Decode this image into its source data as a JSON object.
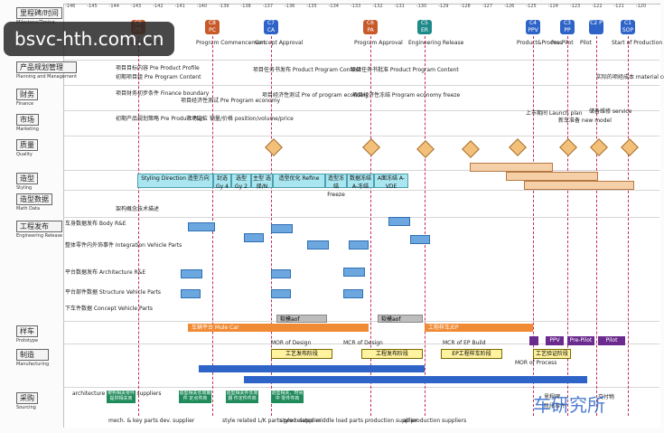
{
  "watermark": "bsvc-hth.com.cn",
  "stamp": "车研究所",
  "lanes": [
    {
      "zh": "里程碑/时间",
      "en": "Milestone/Timing"
    },
    {
      "zh": "产品规划管理",
      "en": "Planning and Management"
    },
    {
      "zh": "财务",
      "en": "Finance"
    },
    {
      "zh": "市场",
      "en": "Marketing"
    },
    {
      "zh": "质量",
      "en": "Quality"
    },
    {
      "zh": "造型",
      "en": "Styling"
    },
    {
      "zh": "造型数据",
      "en": "Math Data"
    },
    {
      "zh": "工程发布",
      "en": "Engineering Release"
    },
    {
      "zh": "样车",
      "en": "Prototype"
    },
    {
      "zh": "制造",
      "en": "Manufacturing"
    },
    {
      "zh": "采购",
      "en": "Sourcing"
    }
  ],
  "weeks": [
    "-146",
    "-145",
    "-144",
    "-143",
    "-142",
    "-141",
    "-140",
    "-139",
    "-138",
    "-137",
    "-136",
    "-135",
    "-134",
    "-133",
    "-132",
    "-131",
    "-130",
    "-129",
    "-128",
    "-127",
    "-126",
    "-125",
    "-124",
    "-123",
    "-122",
    "-121",
    "-120"
  ],
  "gates": [
    {
      "code": "C9",
      "sub": "PS",
      "color": "#c85a2a",
      "label": "Program Start"
    },
    {
      "code": "C8",
      "sub": "PC",
      "color": "#c85a2a",
      "label": "Program Commencement"
    },
    {
      "code": "C7",
      "sub": "CA",
      "color": "#2e64c8",
      "label": "Concept Approval"
    },
    {
      "code": "C6",
      "sub": "PA",
      "color": "#c85a2a",
      "label": "Program Approval"
    },
    {
      "code": "C5",
      "sub": "ER",
      "color": "#1f8a8a",
      "label": "Engineering Release"
    },
    {
      "code": "C4",
      "sub": "PPV",
      "color": "#2e64c8",
      "label": "Product&Process"
    },
    {
      "code": "C3",
      "sub": "PP",
      "color": "#2e64c8",
      "label": "Pre-Pilot"
    },
    {
      "code": "C2",
      "sub": "P",
      "color": "#2e64c8",
      "label": "Pilot"
    },
    {
      "code": "C1",
      "sub": "SOP",
      "color": "#2e64c8",
      "label": "Start of Production"
    }
  ],
  "planning": [
    "项目目标内容 Pre Product Profile",
    "初期项目组 Pre Program Content",
    "项目任务书发布 Product Program Content",
    "项目任务书批准 Product Program Content",
    "实际的项经成本 material cost"
  ],
  "finance": [
    "项目财务初步条件 Finance boundary",
    "项目经济性测试 Pre Program economy",
    "项目经济性测试 Pre of program economy",
    "项目经济性冻结 Program economy freeze"
  ],
  "marketing": [
    "初期产品规划策略 Pre Product Plan",
    "市场定位 销量/价格 position/volume/price",
    "上市期间 Launch plan",
    "新车准备 new model",
    "储备维修 service"
  ],
  "styling": [
    "Styling Direction 造型方向",
    "封选 Gy 4",
    "选型 Gy 2",
    "主型 选择/N",
    "造型优化 Refine",
    "造型冻结 Freeze",
    "数据冻结 A-冻结",
    "A面冻结 A-VDE"
  ],
  "engineering": [
    "架构概念技术描述",
    "车身数据发布 Body R&E",
    "整体零件内外饰事件 Integration Vehicle Parts",
    "平台数据发布 Architecture R&E",
    "平台部件数据 Structure Vehicle Parts",
    "下车件数据 Concept Vehicle Parts"
  ],
  "proto_bars": [
    "车辆平台 Mule Car",
    "软模aof",
    "软模aof",
    "工程样车/EP"
  ],
  "mfg_labels": [
    "MOR of Design",
    "MCR of Design",
    "MCR of EP Build",
    "MOR of Process",
    "工艺发布阶段",
    "工程发布阶段",
    "EP工程样车阶段",
    "工艺验证阶段"
  ],
  "pilot_bars": [
    "PPV",
    "Pre-Pilot",
    "Pilot"
  ],
  "sourcing": [
    "architecture respective suppliers",
    "mech. & key parts dev. supplier",
    "style related L/K parts prod. supplier",
    "style related middle load parts production supplier",
    "all production suppliers"
  ],
  "sourcing_boxes": [
    "架构相关零件 提供相关商",
    "造型相关长周期件 定点件商",
    "造型相关件长周期 件定件件商",
    "造型相关，时间中 零件件商"
  ],
  "legend": [
    "里程碑",
    "阶段事件",
    "交付物"
  ]
}
